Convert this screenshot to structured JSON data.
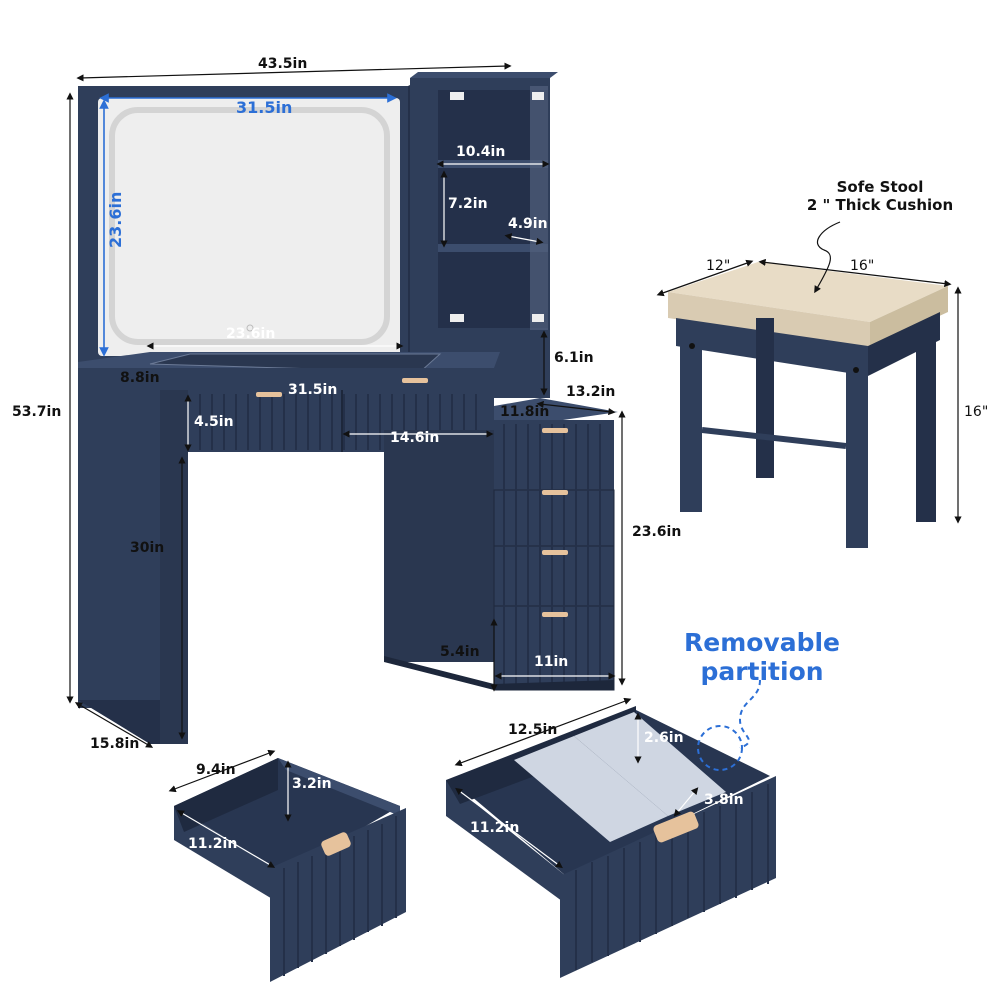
{
  "colors": {
    "furniture": "#2f3e5a",
    "furniture_dark": "#243049",
    "furniture_light": "#3c4d6d",
    "mirror": "#f3f3f3",
    "mirror_glow": "#dcdcdc",
    "handle": "#e6c29c",
    "cushion": "#e8dcc6",
    "accent_blue": "#2c6fd6",
    "line": "#111111"
  },
  "vanity": {
    "overall_width": "43.5in",
    "mirror_width": "31.5in",
    "mirror_height": "23.6in",
    "overall_height": "53.7in",
    "shelf_width": "10.4in",
    "shelf_height": "7.2in",
    "shelf_depth": "4.9in",
    "top_inner_width": "23.6in",
    "top_depth": "8.8in",
    "drawer_width": "31.5in",
    "drawer_gap": "6.1in",
    "cabinet_depth": "13.2in",
    "cabinet_width": "11.8in",
    "drawer_height": "4.5in",
    "drawer_inner_width": "14.6in",
    "leg_height": "30in",
    "cabinet_height": "23.6in",
    "bottom_drawer_height": "5.4in",
    "bottom_drawer_width": "11in",
    "desk_depth": "15.8in"
  },
  "stool": {
    "note_line1": "Sofe Stool",
    "note_line2": "2 \" Thick Cushion",
    "depth": "12\"",
    "width": "16\"",
    "height": "16\""
  },
  "drawers": {
    "small_width": "9.4in",
    "small_height": "3.2in",
    "small_depth": "11.2in",
    "large_width": "12.5in",
    "large_height": "2.6in",
    "large_depth": "11.2in",
    "large_front": "3.8in",
    "removable_line1": "Removable",
    "removable_line2": "partition"
  }
}
